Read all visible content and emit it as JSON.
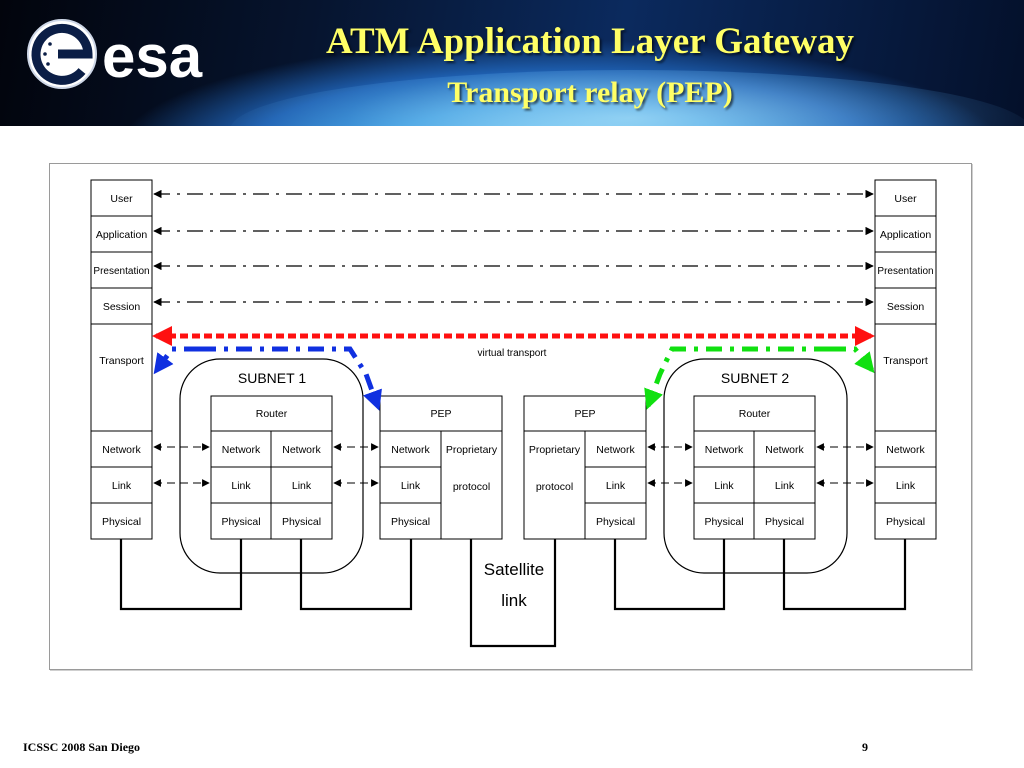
{
  "header": {
    "logo_text": "esa",
    "title": "ATM Application Layer Gateway",
    "subtitle": "Transport relay (PEP)"
  },
  "footer": {
    "left": "ICSSC 2008 San Diego",
    "page_number": "9"
  },
  "colors": {
    "title_yellow": "#ffff66",
    "virtual_transport": "#ff1010",
    "subnet1_arrow": "#1030e0",
    "subnet2_arrow": "#10e010"
  },
  "diagram": {
    "end_host_layers": [
      "User",
      "Application",
      "Presentation",
      "Session",
      "Transport",
      "Network",
      "Link",
      "Physical"
    ],
    "subnet1": "SUBNET 1",
    "subnet2": "SUBNET 2",
    "router": "Router",
    "pep": "PEP",
    "network": "Network",
    "link": "Link",
    "physical": "Physical",
    "proprietary": "Proprietary",
    "protocol": "protocol",
    "virtual_transport": "virtual transport",
    "satellite_line1": "Satellite",
    "satellite_line2": "link"
  }
}
